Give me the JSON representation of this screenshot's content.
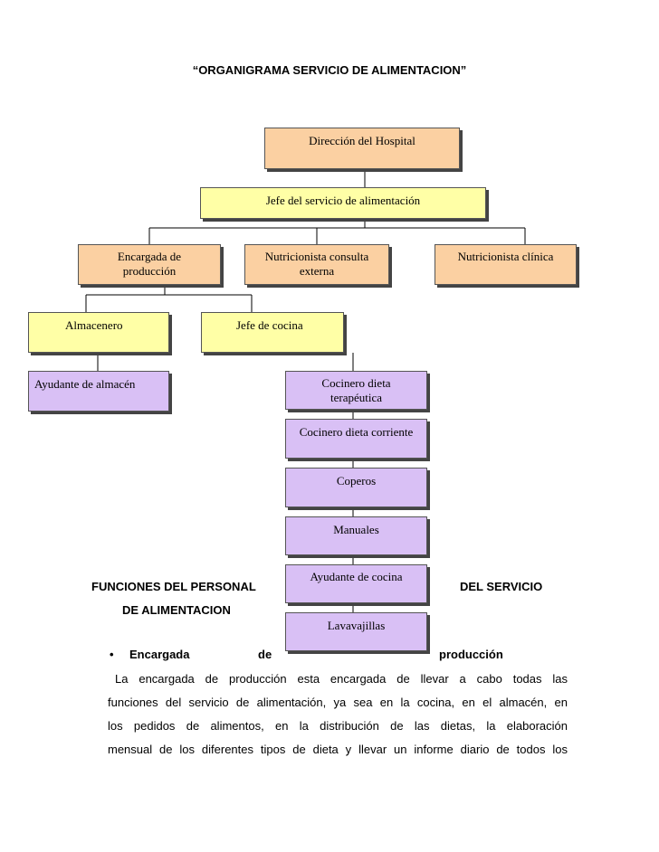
{
  "title": "“ORGANIGRAMA SERVICIO DE ALIMENTACION”",
  "colors": {
    "direction": "#fbd0a2",
    "management": "#ffffa6",
    "staff": "#d9c0f5"
  },
  "org": {
    "direccion": "Dirección del Hospital",
    "jefe_servicio": "Jefe del servicio de alimentación",
    "encargada_line1": "Encargada de",
    "encargada_line2": "producción",
    "nutri_consulta_line1": "Nutricionista consulta",
    "nutri_consulta_line2": "externa",
    "nutri_clinica": "Nutricionista clínica",
    "almacenero": "Almacenero",
    "jefe_cocina": "Jefe de cocina",
    "ayudante_almacen": "Ayudante de almacén",
    "cocinero_terapeutica_line1": "Cocinero dieta",
    "cocinero_terapeutica_line2": "terapéutica",
    "cocinero_corriente": "Cocinero dieta corriente",
    "coperos": "Coperos",
    "manuales": "Manuales",
    "ayudante_cocina": "Ayudante de cocina",
    "lavavajillas": "Lavavajillas"
  },
  "section": {
    "heading_part1": "FUNCIONES DEL PERSONAL",
    "heading_part2": "DEL SERVICIO",
    "heading_part3": "DE ALIMENTACION",
    "bullet": "•",
    "bullet_word1": "Encargada",
    "bullet_word2": "de",
    "bullet_word3": "producción",
    "paragraph_lines": [
      "La encargada de producción esta encargada de llevar a cabo todas las",
      "funciones del servicio de alimentación, ya sea en la cocina, en el almacén, en",
      "los pedidos de alimentos, en la distribución de las dietas, la elaboración",
      "mensual de los diferentes tipos de dieta y llevar un informe diario de todos los"
    ]
  }
}
